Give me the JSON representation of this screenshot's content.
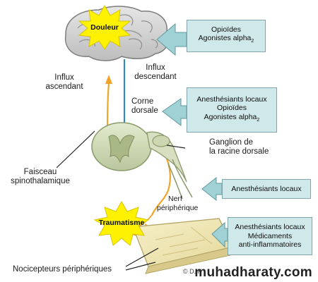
{
  "labels": {
    "douleur": "Douleur",
    "influx_descendant_1": "Influx",
    "influx_descendant_2": "descendant",
    "influx_ascendant_1": "Influx",
    "influx_ascendant_2": "ascendant",
    "corne_1": "Corne",
    "corne_2": "dorsale",
    "ganglion_1": "Ganglion de",
    "ganglion_2": "la racine dorsale",
    "faisceau_1": "Faisceau",
    "faisceau_2": "spinothalamique",
    "nerf_1": "Nerf",
    "nerf_2": "périphérique",
    "traumatisme": "Traumatisme",
    "nocicepteurs": "Nocicepteurs périphériques",
    "copyright": "© D. K"
  },
  "boxes": {
    "brain": {
      "line1": "Opioïdes",
      "line2": "Agonistes alpha",
      "sub": "2"
    },
    "dorsal_horn": {
      "line1": "Anesthésiants locaux",
      "line2": "Opioïdes",
      "line3": "Agonistes alpha",
      "sub": "2"
    },
    "nerve": {
      "line1": "Anesthésiants locaux"
    },
    "periphery": {
      "line1": "Anesthésiants locaux",
      "line2": "Médicaments",
      "line3": "anti-inflammatoires"
    }
  },
  "watermark": "muhadharaty.com",
  "colors": {
    "box_fill": "#cfe8ea",
    "arrow_fill": "#9fd1d5",
    "ascending": "#f0a52a",
    "descending": "#2f8cc0",
    "burst": "#fff200"
  }
}
